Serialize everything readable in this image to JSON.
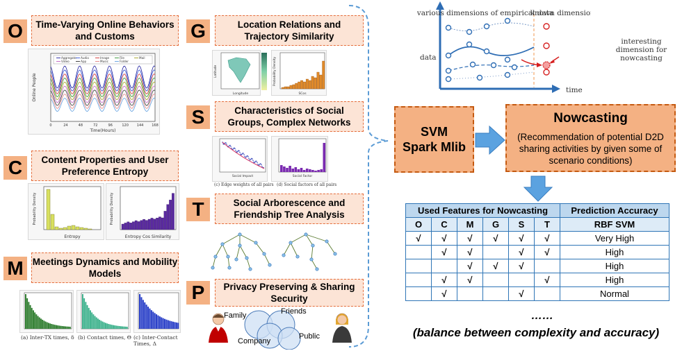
{
  "modules": [
    {
      "letter": "O",
      "title": "Time-Varying Online Behaviors and Customs"
    },
    {
      "letter": "C",
      "title": "Content Properties and User Preference Entropy"
    },
    {
      "letter": "M",
      "title": "Meetings Dynamics and Mobility Models"
    },
    {
      "letter": "G",
      "title": "Location Relations and Trajectory Similarity"
    },
    {
      "letter": "S",
      "title": "Characteristics of Social Groups, Complex Networks"
    },
    {
      "letter": "T",
      "title": "Social Arborescence and Friendship Tree Analysis"
    },
    {
      "letter": "P",
      "title": "Privacy Preserving & Sharing Security"
    }
  ],
  "o_chart": {
    "legend": [
      "Aggregate",
      "Audio",
      "Image",
      "File",
      "Mail",
      "Video",
      "App",
      "Music",
      "Folder"
    ],
    "xlabel": "Time(Hours)",
    "ylabel": "Online People",
    "xticks": [
      "0",
      "24",
      "48",
      "72",
      "96",
      "120",
      "144",
      "168"
    ]
  },
  "c_charts": {
    "left_xlabel": "Entropy",
    "left_ylabel": "Probability Density",
    "right_xlabel": "Entropy Cos Similarity",
    "right_ylabel": "Probability Density"
  },
  "m_charts": {
    "captions": [
      "(a) Inter-TX times, δ",
      "(b) Contact times, Θ",
      "(c) Inter-Contact Times, Δ"
    ]
  },
  "g_charts": {
    "left_xlabel": "Longitude",
    "left_ylabel": "Latitude",
    "right_xlabel": "SCos",
    "right_ylabel": "Probability Density"
  },
  "s_charts": {
    "captions": [
      "(c) Edge weights of all pairs",
      "(d) Social factors of all pairs"
    ],
    "left_xlabel": "Social Impact",
    "right_xlabel": "Social Factor"
  },
  "p_venn": {
    "labels": [
      "Family",
      "Friends",
      "Company",
      "Public"
    ]
  },
  "concept": {
    "top_left": "various dimensions of empirical data",
    "top_right": "known dimensions",
    "interesting": "interesting dimension for nowcasting",
    "data": "data",
    "time": "time"
  },
  "svm": {
    "line1": "SVM",
    "line2": "Spark Mlib"
  },
  "nowcasting": {
    "title": "Nowcasting",
    "desc": "(Recommendation of potential D2D sharing activities by given some of scenario conditions)"
  },
  "table": {
    "header_features": "Used Features for Nowcasting",
    "header_accuracy": "Prediction Accuracy",
    "cols": [
      "O",
      "C",
      "M",
      "G",
      "S",
      "T"
    ],
    "acc_sub": "RBF SVM",
    "rows": [
      {
        "checks": [
          "√",
          "√",
          "√",
          "√",
          "√",
          "√"
        ],
        "acc": "Very High"
      },
      {
        "checks": [
          "",
          "√",
          "√",
          "",
          "√",
          "√"
        ],
        "acc": "High"
      },
      {
        "checks": [
          "",
          "",
          "√",
          "√",
          "√",
          ""
        ],
        "acc": "High"
      },
      {
        "checks": [
          "",
          "√",
          "√",
          "",
          "",
          "√"
        ],
        "acc": "High"
      },
      {
        "checks": [
          "",
          "√",
          "",
          "",
          "√",
          ""
        ],
        "acc": "Normal"
      }
    ]
  },
  "ellipsis": "……",
  "balance": "(balance between complexity and accuracy)"
}
